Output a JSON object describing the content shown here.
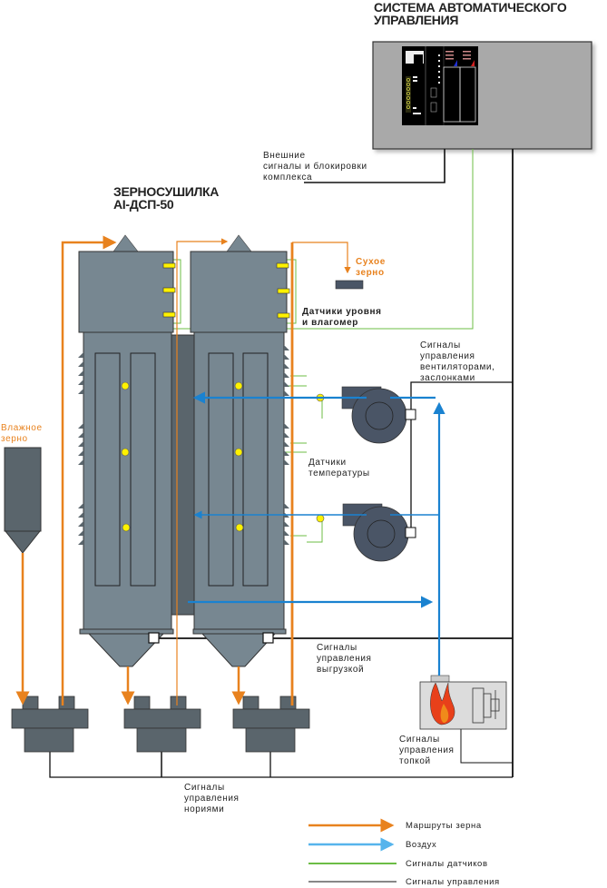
{
  "colors": {
    "grain_route": "#e8821e",
    "air": "#1a82d0",
    "air_legend": "#56b4ec",
    "sensor_signal": "#6cbd45",
    "control_signal": "#111111",
    "equipment": "#778791",
    "equipment_dark": "#5a656c",
    "sensor": "#fff200",
    "panel": "#a9a9a9"
  },
  "labels": {
    "control_system_title": "СИСТЕМА АВТОМАТИЧЕСКОГО\nУПРАВЛЕНИЯ",
    "dryer_title": "ЗЕРНОСУШИЛКА\nAI-ДСП-50",
    "external_signals": "Внешние\nсигналы и блокировки\nкомплекса",
    "dry_grain": "Сухое\nзерно",
    "level_sensors": "Датчики уровня\nи влагомер",
    "fan_damper_signals": "Сигналы\nуправления\nвентиляторами,\nзаслонками",
    "wet_grain": "Влажное\nзерно",
    "temperature_sensors": "Датчики\nтемпературы",
    "unloading_signals": "Сигналы\nуправления\nвыгрузкой",
    "furnace_signals": "Сигналы\nуправления\nтопкой",
    "elevator_signals": "Сигналы\nуправления\nнориями"
  },
  "legend": [
    {
      "label": "Маршруты зерна",
      "type": "grain-route"
    },
    {
      "label": "Воздух",
      "type": "air"
    },
    {
      "label": "Сигналы датчиков",
      "type": "sensor-signal"
    },
    {
      "label": "Сигналы управления",
      "type": "control-signal"
    }
  ]
}
